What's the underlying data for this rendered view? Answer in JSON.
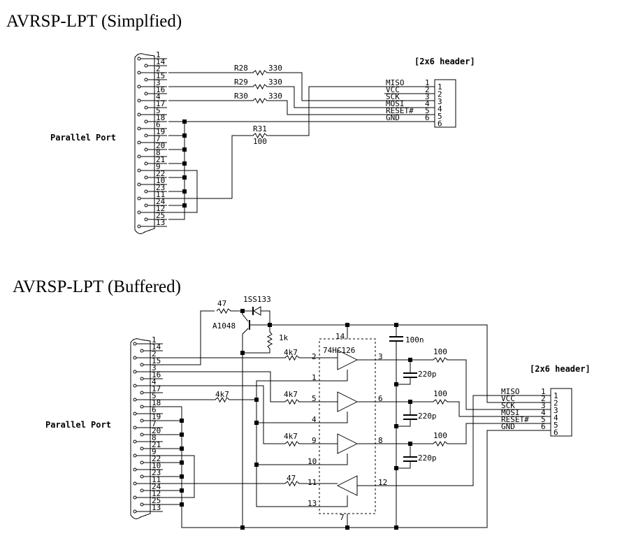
{
  "simplified": {
    "title": "AVRSP-LPT (Simplfied)",
    "port_label": "Parallel Port",
    "header_label": "[2x6 header]",
    "resistors": [
      {
        "ref": "R28",
        "value": "330"
      },
      {
        "ref": "R29",
        "value": "330"
      },
      {
        "ref": "R30",
        "value": "330"
      },
      {
        "ref": "R31",
        "value": "100"
      }
    ],
    "header_signals": [
      {
        "name": "MISO",
        "pin": "1"
      },
      {
        "name": "VCC",
        "pin": "2"
      },
      {
        "name": "SCK",
        "pin": "3"
      },
      {
        "name": "MOSI",
        "pin": "4"
      },
      {
        "name": "RESET#",
        "pin": "5"
      },
      {
        "name": "GND",
        "pin": "6"
      }
    ],
    "header_pins": [
      "1",
      "2",
      "3",
      "4",
      "5",
      "6"
    ]
  },
  "buffered": {
    "title": "AVRSP-LPT (Buffered)",
    "port_label": "Parallel Port",
    "header_label": "[2x6 header]",
    "ic_label": "74HC126",
    "ic_vcc_pin": "14",
    "ic_gnd_pin": "7",
    "transistor": "A1048",
    "diode": "1SS133",
    "r_base": "47",
    "r_bias": "1k",
    "cap_decoupling": "100n",
    "input_resistors": [
      "4k7",
      "4k7",
      "4k7",
      "4k7",
      "47"
    ],
    "output_resistors": [
      "100",
      "100",
      "100"
    ],
    "output_caps": [
      "220p",
      "220p",
      "220p"
    ],
    "buffer_pins": [
      {
        "in": "2",
        "oe": "1",
        "out": "3"
      },
      {
        "in": "5",
        "oe": "4",
        "out": "6"
      },
      {
        "in": "9",
        "oe": "10",
        "out": "8"
      },
      {
        "in": "12",
        "oe": "13",
        "out": "11"
      }
    ],
    "header_signals": [
      {
        "name": "MISO",
        "pin": "1"
      },
      {
        "name": "VCC",
        "pin": "2"
      },
      {
        "name": "SCK",
        "pin": "3"
      },
      {
        "name": "MOSI",
        "pin": "4"
      },
      {
        "name": "RESET#",
        "pin": "5"
      },
      {
        "name": "GND",
        "pin": "6"
      }
    ],
    "header_pins": [
      "1",
      "2",
      "3",
      "4",
      "5",
      "6"
    ]
  },
  "db25_pins": [
    "1",
    "14",
    "2",
    "15",
    "3",
    "16",
    "4",
    "17",
    "5",
    "18",
    "6",
    "19",
    "7",
    "20",
    "8",
    "21",
    "9",
    "22",
    "10",
    "23",
    "11",
    "24",
    "12",
    "25",
    "13"
  ]
}
